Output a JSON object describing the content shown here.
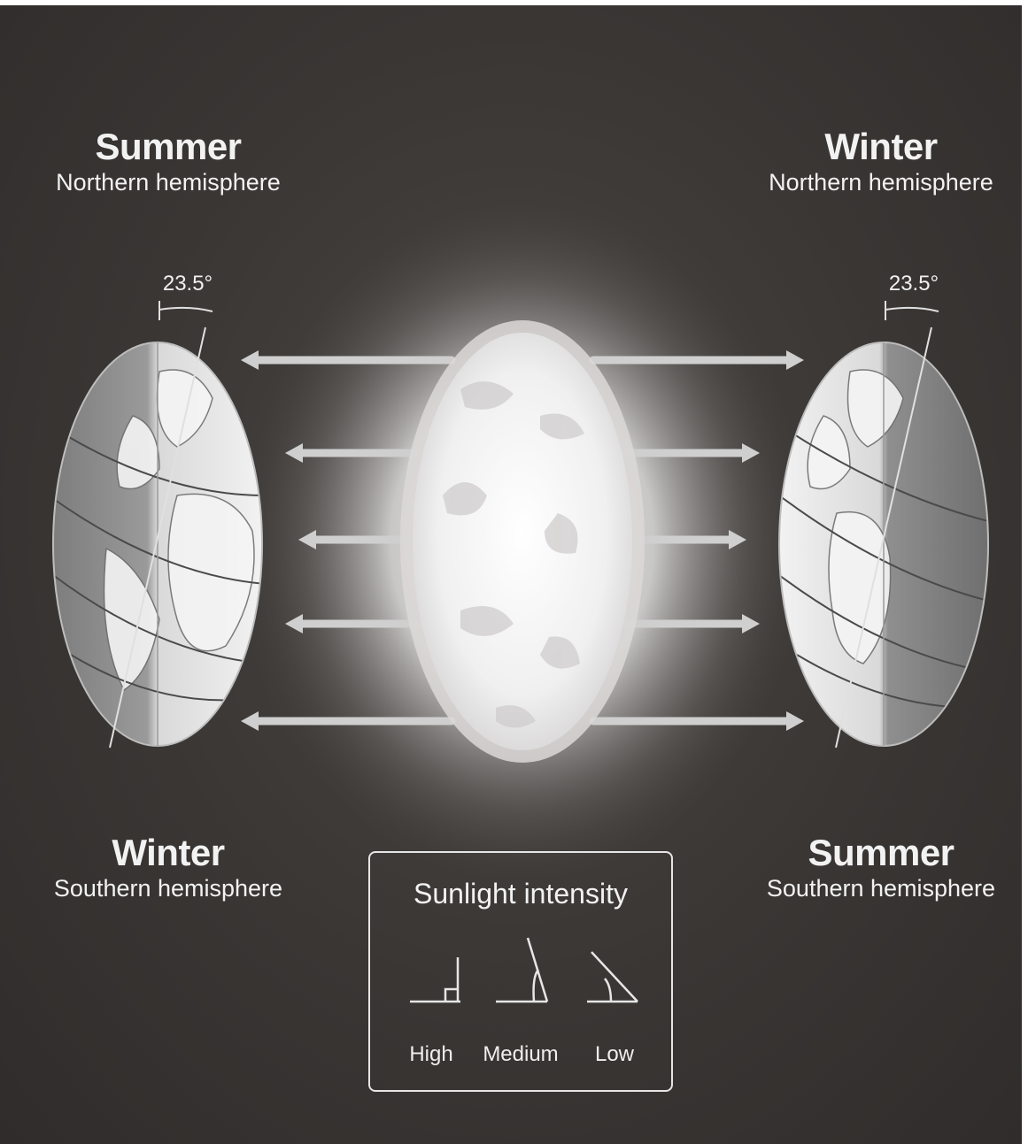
{
  "top_left": {
    "season": "Summer",
    "hemisphere": "Northern hemisphere"
  },
  "top_right": {
    "season": "Winter",
    "hemisphere": "Northern hemisphere"
  },
  "bottom_left": {
    "season": "Winter",
    "hemisphere": "Southern hemisphere"
  },
  "bottom_right": {
    "season": "Summer",
    "hemisphere": "Southern hemisphere"
  },
  "tilt_left": "23.5°",
  "tilt_right": "23.5°",
  "legend": {
    "title": "Sunlight intensity",
    "items": [
      {
        "label": "High",
        "icon": "right-angle-icon"
      },
      {
        "label": "Medium",
        "icon": "steep-angle-icon"
      },
      {
        "label": "Low",
        "icon": "shallow-angle-icon"
      }
    ]
  },
  "colors": {
    "background": "#3a3634",
    "text": "#f2f2f2",
    "rays": "#cfcfcf",
    "globe_light": "#e8e8e8",
    "globe_dark": "#8c8c8c"
  }
}
